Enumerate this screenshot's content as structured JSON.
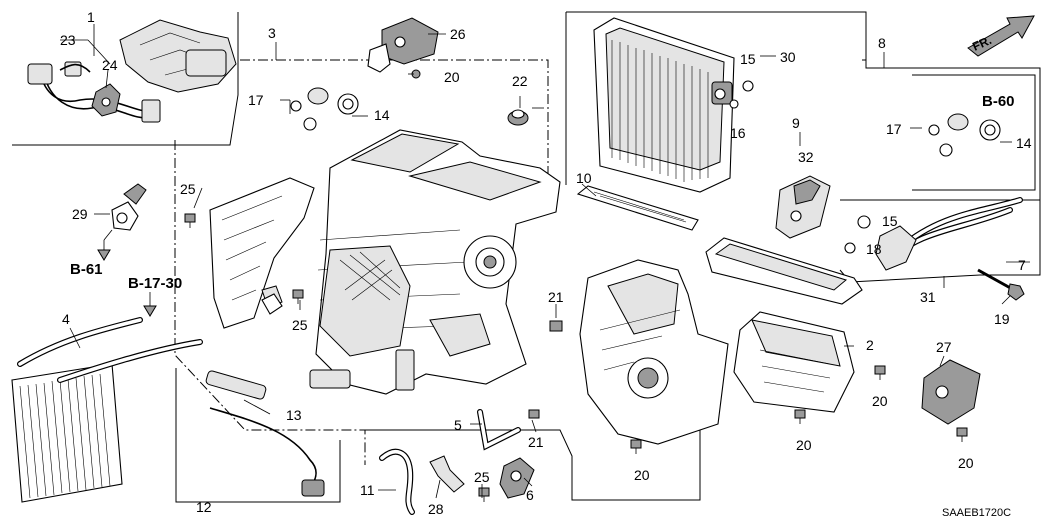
{
  "diagram": {
    "direction_label": "FR.",
    "image_code": "SAAEB1720C",
    "references": {
      "b61": "B-61",
      "b1730": "B-17-30",
      "b60": "B-60"
    },
    "callouts": {
      "n1": "1",
      "n2": "2",
      "n3": "3",
      "n4": "4",
      "n5": "5",
      "n6": "6",
      "n7": "7",
      "n8": "8",
      "n9": "9",
      "n10": "10",
      "n11": "11",
      "n12": "12",
      "n13": "13",
      "n14a": "14",
      "n14b": "14",
      "n15a": "15",
      "n15b": "15",
      "n16": "16",
      "n17a": "17",
      "n17b": "17",
      "n18": "18",
      "n19": "19",
      "n20a": "20",
      "n20b": "20",
      "n20c": "20",
      "n20d": "20",
      "n20e": "20",
      "n21a": "21",
      "n21b": "21",
      "n22": "22",
      "n23": "23",
      "n24": "24",
      "n25a": "25",
      "n25b": "25",
      "n25c": "25",
      "n26": "26",
      "n27": "27",
      "n28": "28",
      "n29": "29",
      "n30": "30",
      "n31": "31",
      "n32": "32"
    }
  }
}
